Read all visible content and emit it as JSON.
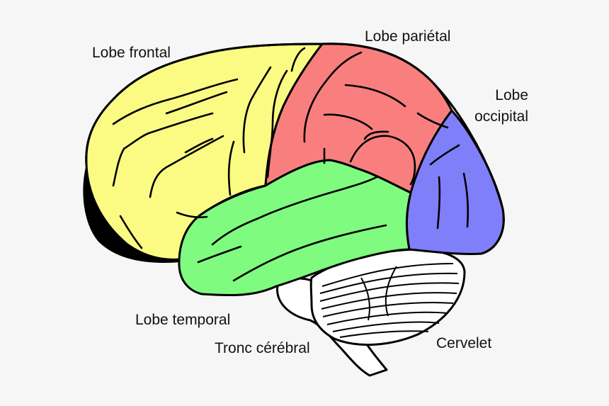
{
  "labels": {
    "frontal": "Lobe frontal",
    "parietal": "Lobe pariétal",
    "occipital_line1": "Lobe",
    "occipital_line2": "occipital",
    "temporal": "Lobe temporal",
    "brainstem": "Tronc cérébral",
    "cerebellum": "Cervelet"
  },
  "colors": {
    "background": "#f6f6f6",
    "frontal": "#fbfb84",
    "parietal": "#f97f7f",
    "occipital": "#7f7ff9",
    "temporal": "#7ffb7f",
    "cerebellum": "#ffffff",
    "brainstem": "#ffffff",
    "outline": "#000000",
    "shadow": "#000000"
  }
}
